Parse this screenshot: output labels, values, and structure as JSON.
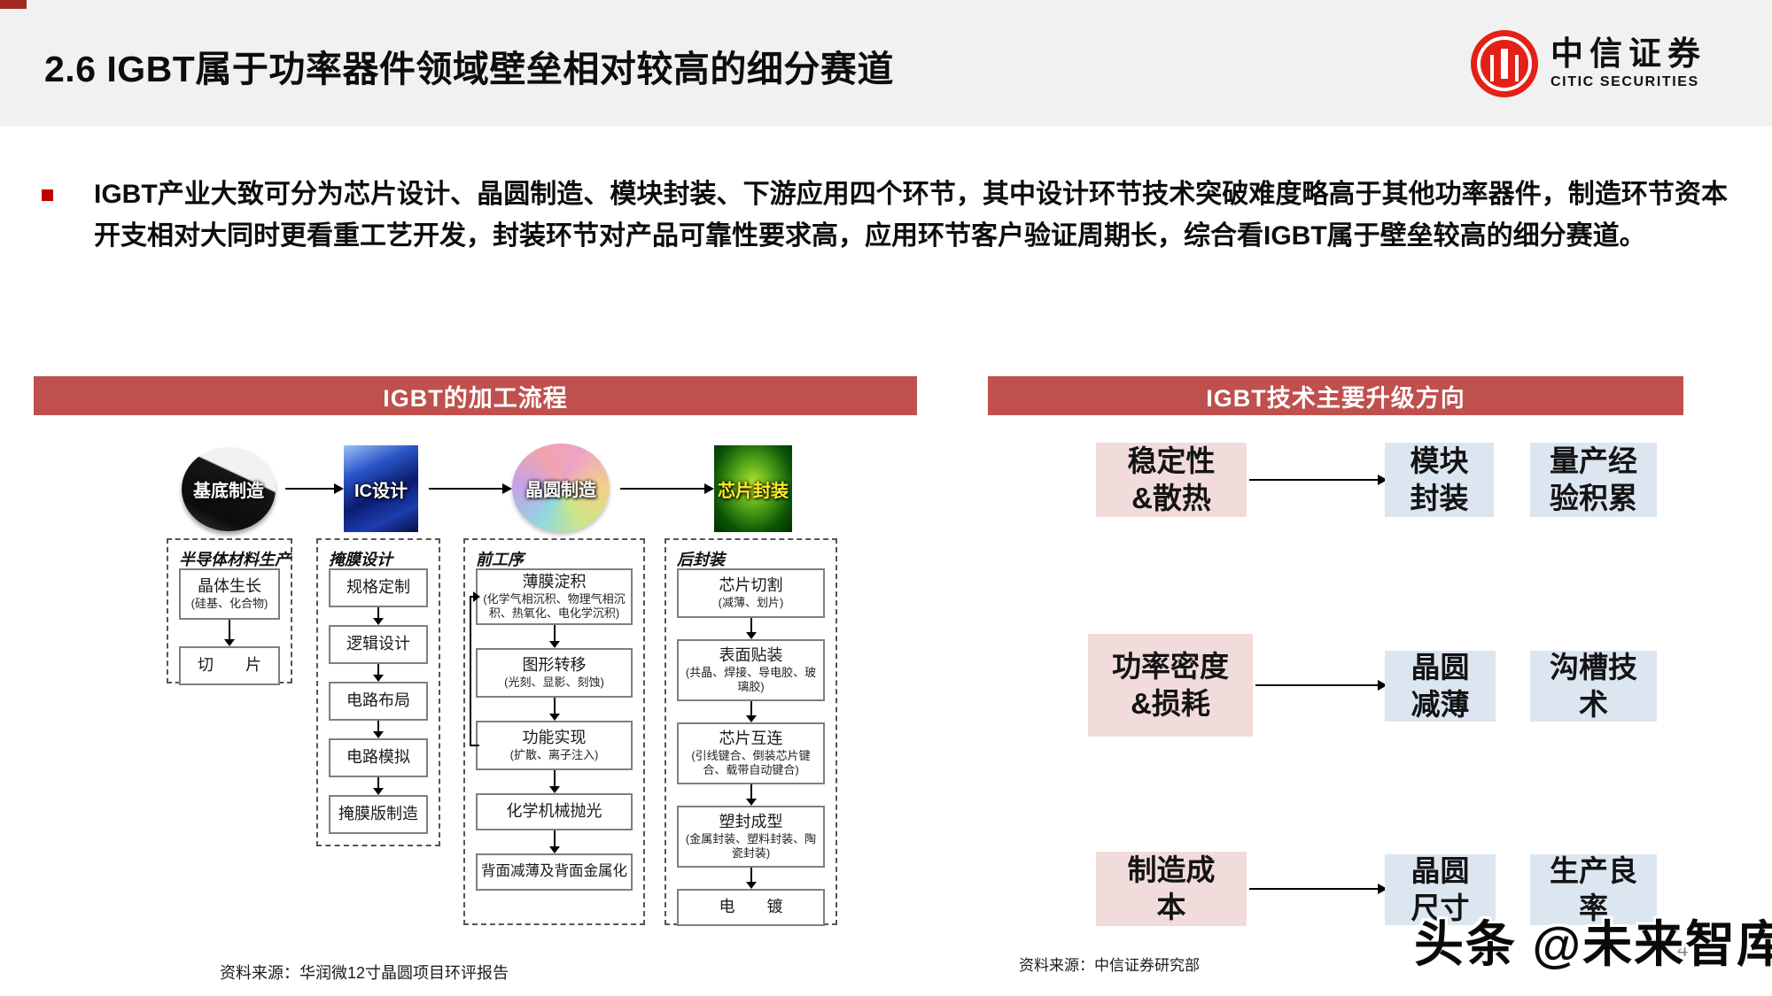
{
  "slide": {
    "title": "2.6 IGBT属于功率器件领域壁垒相对较高的细分赛道",
    "intro": "IGBT产业大致可分为芯片设计、晶圆制造、模块封装、下游应用四个环节，其中设计环节技术突破难度略高于其他功率器件，制造环节资本开支相对大同时更看重工艺开发，封装环节对产品可靠性要求高，应用环节客户验证周期长，综合看IGBT属于壁垒较高的细分赛道。",
    "page_number": "4",
    "watermark": "头条 @未来智库"
  },
  "logo": {
    "cn": "中信证券",
    "en": "CITIC SECURITIES"
  },
  "process_panel": {
    "header": "IGBT的加工流程",
    "stages": [
      {
        "label": "基底制造"
      },
      {
        "label": "IC设计"
      },
      {
        "label": "晶圆制造"
      },
      {
        "label": "芯片封装"
      }
    ],
    "columns": [
      {
        "header": "半导体材料生产",
        "steps": [
          {
            "title": "晶体生长",
            "sub": "(硅基、化合物)"
          },
          {
            "title": "切　　片"
          }
        ]
      },
      {
        "header": "掩膜设计",
        "steps": [
          {
            "title": "规格定制"
          },
          {
            "title": "逻辑设计"
          },
          {
            "title": "电路布局"
          },
          {
            "title": "电路模拟"
          },
          {
            "title": "掩膜版制造"
          }
        ]
      },
      {
        "header": "前工序",
        "steps": [
          {
            "title": "薄膜淀积",
            "sub": "(化学气相沉积、物理气相沉积、热氧化、电化学沉积)"
          },
          {
            "title": "图形转移",
            "sub": "(光刻、显影、刻蚀)"
          },
          {
            "title": "功能实现",
            "sub": "(扩散、离子注入)"
          },
          {
            "title": "化学机械抛光"
          },
          {
            "title": "背面减薄及背面金属化"
          }
        ]
      },
      {
        "header": "后封装",
        "steps": [
          {
            "title": "芯片切割",
            "sub": "(减薄、划片)"
          },
          {
            "title": "表面贴装",
            "sub": "(共晶、焊接、导电胶、玻璃胶)"
          },
          {
            "title": "芯片互连",
            "sub": "(引线键合、倒装芯片键合、载带自动键合)"
          },
          {
            "title": "塑封成型",
            "sub": "(金属封装、塑料封装、陶瓷封装)"
          },
          {
            "title": "电　　镀"
          }
        ]
      }
    ],
    "source": "资料来源：华润微12寸晶圆项目环评报告"
  },
  "upgrade_panel": {
    "header": "IGBT技术主要升级方向",
    "rows": [
      {
        "driver": "稳定性\n&散热",
        "target1": "模块\n封装",
        "target2": "量产经\n验积累"
      },
      {
        "driver": "功率密度\n&损耗",
        "target1": "晶圆\n减薄",
        "target2": "沟槽技\n术"
      },
      {
        "driver": "制造成\n本",
        "target1": "晶圆\n尺寸",
        "target2": "生产良\n率"
      }
    ],
    "source": "资料来源：中信证券研究部"
  },
  "colors": {
    "section_bar_red": "#c0504d",
    "driver_pink": "#f2dcdb",
    "target_blue": "#dce6f1",
    "citic_red": "#e32119",
    "bullet_red": "#c00000",
    "header_gray": "#f1f1f1"
  }
}
